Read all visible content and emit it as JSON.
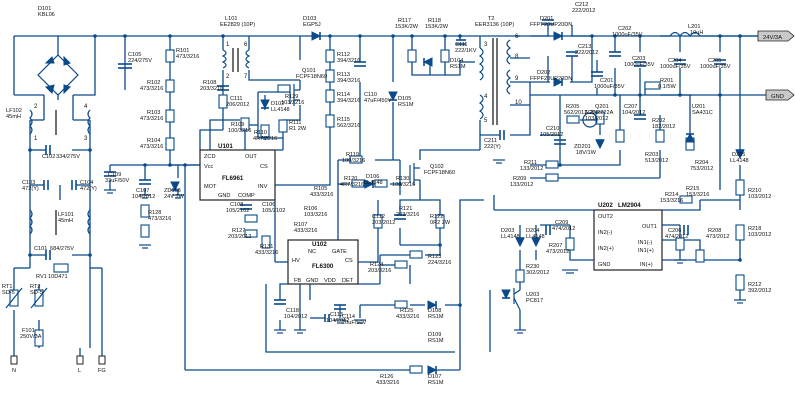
{
  "components": {
    "D101": {
      "ref": "D101",
      "val": "KBL06"
    },
    "C105": {
      "ref": "C105",
      "val": "224/275V"
    },
    "R101": {
      "ref": "R101",
      "val": "473/3216"
    },
    "R102": {
      "ref": "R102",
      "val": "473/3216"
    },
    "R103": {
      "ref": "R103",
      "val": "473/3216"
    },
    "R104": {
      "ref": "R104",
      "val": "473/3216"
    },
    "L101": {
      "ref": "L101",
      "val": "EE2829 (10P)"
    },
    "R108": {
      "ref": "R108",
      "val": "203/3216"
    },
    "C111": {
      "ref": "C111",
      "val": "206/2012"
    },
    "D103": {
      "ref": "D103",
      "val": "EGP5J"
    },
    "Q101": {
      "ref": "Q101",
      "val": "FCPF18N60"
    },
    "R129": {
      "ref": "R129",
      "val": "103/3216"
    },
    "D102": {
      "ref": "D102",
      "val": "LL4148"
    },
    "R109": {
      "ref": "R109",
      "val": "100/3216"
    },
    "R110": {
      "ref": "R110",
      "val": "4R7/3216"
    },
    "R111": {
      "ref": "R111",
      "val": "R1 2W"
    },
    "R112": {
      "ref": "R112",
      "val": "394/3216"
    },
    "R113": {
      "ref": "R113",
      "val": "394/3216"
    },
    "R114": {
      "ref": "R114",
      "val": "394/3216"
    },
    "R115": {
      "ref": "R115",
      "val": "562/3216"
    },
    "C110": {
      "ref": "C110",
      "val": "47uF/450V"
    },
    "R117": {
      "ref": "R117",
      "val": "153K/2W"
    },
    "R118": {
      "ref": "R118",
      "val": "153K/2W"
    },
    "C111b": {
      "ref": "C111",
      "val": "222/1KV"
    },
    "D104": {
      "ref": "D104",
      "val": "RS1M"
    },
    "D105": {
      "ref": "D105",
      "val": "RS1M"
    },
    "T2": {
      "ref": "T2",
      "val": "EER3136 (10P)"
    },
    "D201": {
      "ref": "D201",
      "val": "FFPF20UP20DN"
    },
    "C212": {
      "ref": "C212",
      "val": "222/2012"
    },
    "C213": {
      "ref": "C213",
      "val": "222/2012"
    },
    "D202": {
      "ref": "D202",
      "val": "FFPF20UP20DN"
    },
    "C202": {
      "ref": "C202",
      "val": "1000uF/35V"
    },
    "C203": {
      "ref": "C203",
      "val": "1000uF/35V"
    },
    "C201": {
      "ref": "C201",
      "val": "1000uF/35V"
    },
    "L201": {
      "ref": "L201",
      "val": "10uH"
    },
    "C204": {
      "ref": "C204",
      "val": "1000uF/35V"
    },
    "C205": {
      "ref": "C205",
      "val": "1000uF/35V"
    },
    "R201": {
      "ref": "R201",
      "val": "0.1/5W"
    },
    "C211": {
      "ref": "C211",
      "val": "222(Y)"
    },
    "R205": {
      "ref": "R205",
      "val": "562/2012"
    },
    "R206": {
      "ref": "R206",
      "val": "103/2012"
    },
    "Q201": {
      "ref": "Q201",
      "val": "2N2222A"
    },
    "C207": {
      "ref": "C207",
      "val": "104/2012"
    },
    "C210": {
      "ref": "C210",
      "val": "105/2012"
    },
    "ZD201": {
      "ref": "ZD201",
      "val": "18V/1W"
    },
    "R202": {
      "ref": "R202",
      "val": "182/2012"
    },
    "U201": {
      "ref": "U201",
      "val": "SA431C"
    },
    "R203": {
      "ref": "R203",
      "val": "513/2012"
    },
    "R204": {
      "ref": "R204",
      "val": "753/2012"
    },
    "D205": {
      "ref": "D205",
      "val": "LL4148"
    },
    "R210": {
      "ref": "R210",
      "val": "103/2012"
    },
    "R211": {
      "ref": "R211",
      "val": "133/2012"
    },
    "R209": {
      "ref": "R209",
      "val": "133/2012"
    },
    "R214": {
      "ref": "R214",
      "val": "153/3216"
    },
    "R215": {
      "ref": "R215",
      "val": "153/3216"
    },
    "R218": {
      "ref": "R218",
      "val": "103/2012"
    },
    "R212": {
      "ref": "R212",
      "val": "392/2012"
    },
    "C209": {
      "ref": "C209",
      "val": "474/2012"
    },
    "R207": {
      "ref": "R207",
      "val": "473/2012"
    },
    "C206": {
      "ref": "C206",
      "val": "474/2012"
    },
    "R208": {
      "ref": "R208",
      "val": "473/2012"
    },
    "D203": {
      "ref": "D203",
      "val": "LL4148"
    },
    "D204": {
      "ref": "D204",
      "val": "LL4148"
    },
    "U202": {
      "ref": "U202",
      "val": "LM2904"
    },
    "R230": {
      "ref": "R230",
      "val": "302/2012"
    },
    "U203": {
      "ref": "U203",
      "val": "PC817"
    },
    "LF102": {
      "ref": "LF102",
      "val": "45mH"
    },
    "C102": {
      "ref": "C102",
      "val": "334/275V"
    },
    "C103": {
      "ref": "C103",
      "val": "472(Y)"
    },
    "C104": {
      "ref": "C104",
      "val": "472(Y)"
    },
    "LF101": {
      "ref": "LF101",
      "val": "45mH"
    },
    "C101": {
      "ref": "C101",
      "val": "684/275V"
    },
    "RV1": {
      "ref": "RV1",
      "val": "10D471"
    },
    "RT1": {
      "ref": "RT1",
      "val": "SD-5"
    },
    "RT2": {
      "ref": "RT2",
      "val": "SD-5"
    },
    "F101": {
      "ref": "F101",
      "val": "250V/3A"
    },
    "C109": {
      "ref": "C109",
      "val": "33uF/50V"
    },
    "C107": {
      "ref": "C107",
      "val": "104/2012"
    },
    "ZD103": {
      "ref": "ZD103",
      "val": "24V 1W"
    },
    "R128": {
      "ref": "R128",
      "val": "473/3216"
    },
    "R127": {
      "ref": "R127",
      "val": "203/2012"
    },
    "C108": {
      "ref": "C108",
      "val": "105/2102"
    },
    "C106": {
      "ref": "C106",
      "val": "105/2102"
    },
    "R106": {
      "ref": "R106",
      "val": "103/3216"
    },
    "R107": {
      "ref": "R107",
      "val": "433/3216"
    },
    "R105": {
      "ref": "R105",
      "val": "433/3216"
    },
    "R131": {
      "ref": "R131",
      "val": "433/3216"
    },
    "R119": {
      "ref": "R119",
      "val": "100/3216"
    },
    "R120": {
      "ref": "R120",
      "val": "4R7/3216"
    },
    "D106": {
      "ref": "D106",
      "val": "LL4148"
    },
    "R130": {
      "ref": "R130",
      "val": "103/3216"
    },
    "Q102": {
      "ref": "Q102",
      "val": "FCPF18N60"
    },
    "R121": {
      "ref": "R121",
      "val": "203/3216"
    },
    "C112": {
      "ref": "C112",
      "val": "203/2012"
    },
    "R122": {
      "ref": "R122",
      "val": "0R2 2W"
    },
    "R123": {
      "ref": "R123",
      "val": "224/3216"
    },
    "R124": {
      "ref": "R124",
      "val": "203/3216"
    },
    "C118": {
      "ref": "C118",
      "val": "104/2012"
    },
    "C113": {
      "ref": "C113",
      "val": "104/2012"
    },
    "C114": {
      "ref": "C114",
      "val": "10uF/50V"
    },
    "R125": {
      "ref": "R125",
      "val": "433/3216"
    },
    "D108": {
      "ref": "D108",
      "val": "RS1M"
    },
    "D109": {
      "ref": "D109",
      "val": "RS1M"
    },
    "R126": {
      "ref": "R126",
      "val": "433/3216"
    },
    "D107": {
      "ref": "D107",
      "val": "RS1M"
    }
  },
  "ics": {
    "U101": {
      "ref": "U101",
      "name": "FL6961",
      "pins": {
        "zcd": "ZCD",
        "out": "OUT",
        "vcc": "Vcc",
        "cs": "CS",
        "mot": "MOT",
        "gnd": "GND",
        "comp": "COMP",
        "inv": "INV"
      }
    },
    "U102": {
      "ref": "U102",
      "name": "FL6300",
      "pins": {
        "nc": "NC",
        "gate": "GATE",
        "hv": "HV",
        "cs": "CS",
        "fb": "FB",
        "gnd": "GND",
        "vdd": "VDD",
        "det": "DET"
      }
    },
    "U202": {
      "ref": "U202",
      "name": "LM2904",
      "pins": {
        "out2": "OUT2",
        "out1": "OUT1",
        "in2m": "IN2(-)",
        "in1m": "IN1(-)",
        "in2p": "IN2(+)",
        "in1p": "IN1(+)",
        "gnd": "GND",
        "vp": "IN(+)"
      }
    }
  },
  "outputs": {
    "v24": "24V/3A",
    "gnd": "GND"
  },
  "inputs": {
    "n": "N",
    "l": "L",
    "fg": "FG"
  },
  "pin_numbers": {
    "p1": "1",
    "p2": "2",
    "p3": "3",
    "p4": "4",
    "p5": "5",
    "p6": "6",
    "p7": "7",
    "p8": "8",
    "p9": "9",
    "p10": "10"
  }
}
